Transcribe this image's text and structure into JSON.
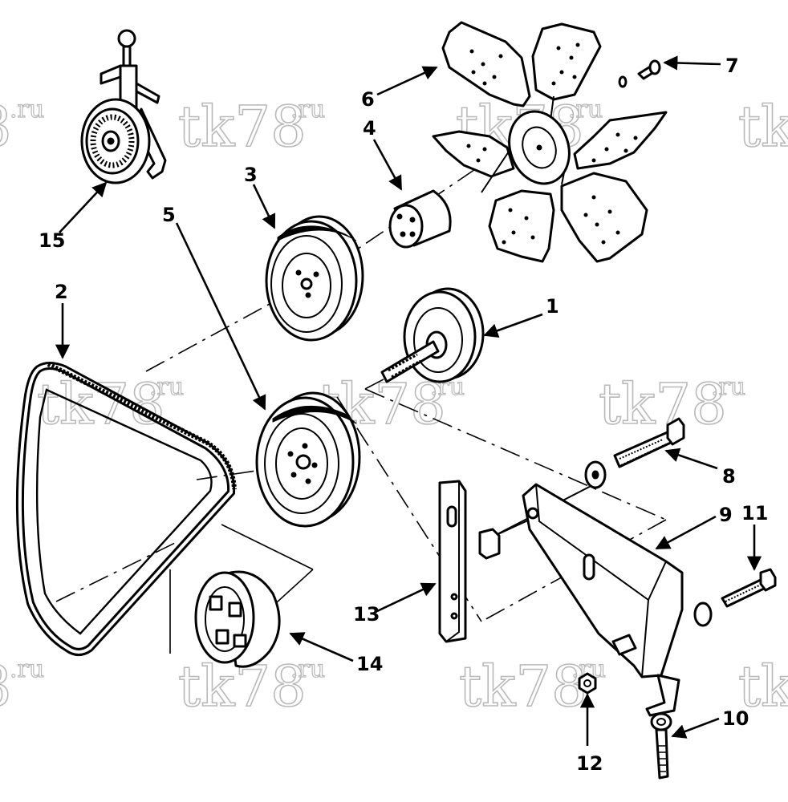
{
  "watermark": {
    "main": "tk78",
    "suffix": ".ru",
    "partial_main": "8",
    "color": "#b9b9b9"
  },
  "callouts": [
    {
      "id": "1",
      "label": "1"
    },
    {
      "id": "2",
      "label": "2"
    },
    {
      "id": "3",
      "label": "3"
    },
    {
      "id": "4",
      "label": "4"
    },
    {
      "id": "5",
      "label": "5"
    },
    {
      "id": "6",
      "label": "6"
    },
    {
      "id": "7",
      "label": "7"
    },
    {
      "id": "8",
      "label": "8"
    },
    {
      "id": "9",
      "label": "9"
    },
    {
      "id": "10",
      "label": "10"
    },
    {
      "id": "11",
      "label": "11"
    },
    {
      "id": "12",
      "label": "12"
    },
    {
      "id": "13",
      "label": "13"
    },
    {
      "id": "14",
      "label": "14"
    },
    {
      "id": "15",
      "label": "15"
    }
  ],
  "colors": {
    "line": "#000000",
    "background": "#ffffff"
  }
}
